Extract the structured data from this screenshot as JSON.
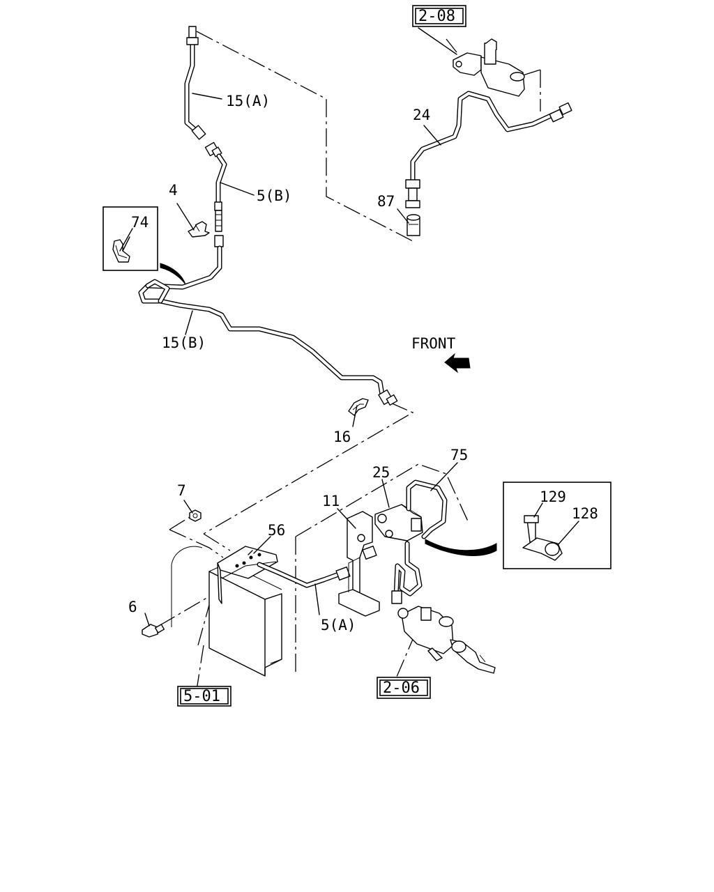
{
  "diagram": {
    "direction_label": "FRONT",
    "callouts": {
      "p15a": "15(A)",
      "p5b": "5(B)",
      "p4": "4",
      "p74": "74",
      "p15b": "15(B)",
      "p16": "16",
      "p24": "24",
      "p87": "87",
      "p7": "7",
      "p56": "56",
      "p6": "6",
      "p5a": "5(A)",
      "p11": "11",
      "p25": "25",
      "p75": "75",
      "p129": "129",
      "p128": "128"
    },
    "references": {
      "r208": "2-08",
      "r206": "2-06",
      "r501": "5-01"
    },
    "icons": [
      "front-arrow-icon",
      "bolt-icon",
      "nut-icon",
      "clip-icon",
      "clamp-icon"
    ]
  }
}
